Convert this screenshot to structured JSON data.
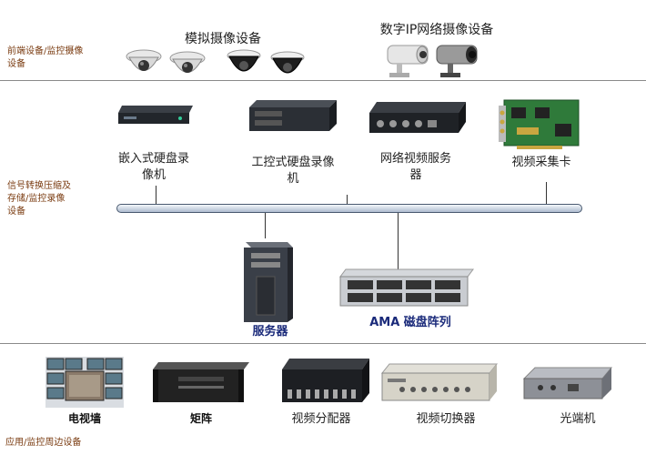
{
  "sections": {
    "front": "前端设备/监控摄像设备",
    "middle": "信号转换压缩及存储/监控录像设备",
    "bottom": "应用/监控周边设备"
  },
  "top": {
    "analog_cameras": "模拟摄像设备",
    "ip_cameras": "数字IP网络摄像设备"
  },
  "middle": {
    "embedded_dvr": "嵌入式硬盘录像机",
    "industrial_dvr": "工控式硬盘录像机",
    "video_server": "网络视频服务器",
    "capture_card": "视频采集卡",
    "server": "服务器",
    "disk_array": "AMA 磁盘阵列"
  },
  "bottom": {
    "tv_wall": "电视墙",
    "matrix": "矩阵",
    "video_distributor": "视频分配器",
    "video_switcher": "视频切换器",
    "optical_terminal": "光端机"
  },
  "colors": {
    "section_label": "#7a3b10",
    "bold_caption": "#1a2a7a",
    "bus": "#c9d3e0"
  }
}
